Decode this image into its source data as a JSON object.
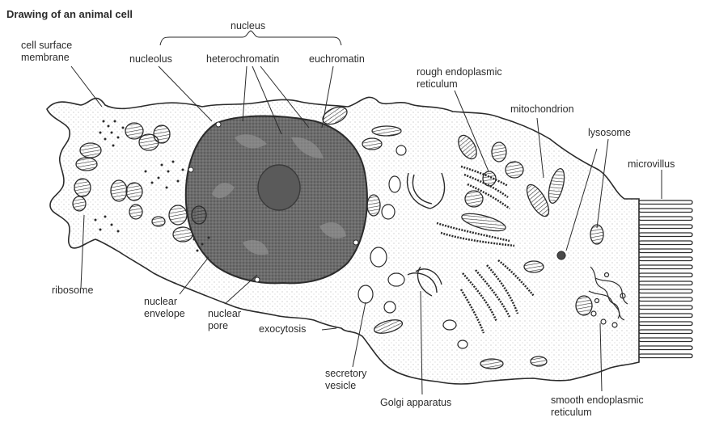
{
  "title": "Drawing  of an animal cell",
  "labels": {
    "nucleus": "nucleus",
    "cell_surface_membrane": [
      "cell surface",
      "membrane"
    ],
    "nucleolus": "nucleolus",
    "heterochromatin": "heterochromatin",
    "euchromatin": "euchromatin",
    "rough_er": [
      "rough endoplasmic",
      "reticulum"
    ],
    "mitochondrion": "mitochondrion",
    "lysosome": "lysosome",
    "microvillus": "microvillus",
    "ribosome": "ribosome",
    "nuclear_envelope": [
      "nuclear",
      "envelope"
    ],
    "nuclear_pore": [
      "nuclear",
      "pore"
    ],
    "exocytosis": "exocytosis",
    "secretory_vesicle": [
      "secretory",
      "vesicle"
    ],
    "golgi": "Golgi apparatus",
    "smooth_er": [
      "smooth endoplasmic",
      "reticulum"
    ]
  },
  "colors": {
    "ink": "#2b2b2b",
    "nucleus_fill": "#6e6e6e",
    "chromatin": "#4a4a4a",
    "cytoplasm": "#f1f1f1"
  }
}
